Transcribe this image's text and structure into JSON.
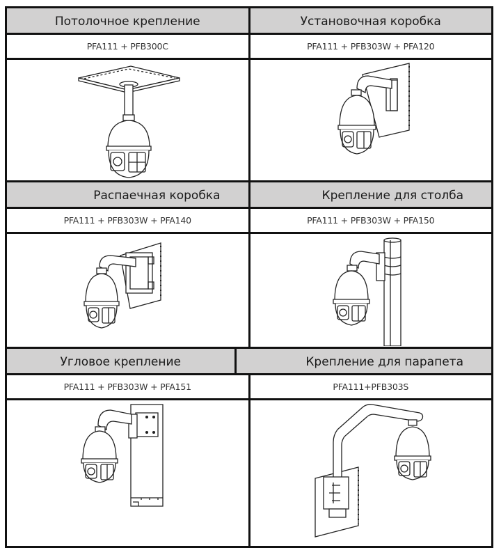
{
  "document": {
    "title": "Варианты монтажа",
    "mounts": [
      {
        "title": "Потолочное крепление",
        "models": "PFA111 + PFB300C",
        "illustration": "ceiling-mount-camera-icon"
      },
      {
        "title": "Установочная коробка",
        "models": "PFA111 + PFB303W + PFA120",
        "illustration": "wall-mount-box-camera-icon"
      },
      {
        "title": "Распаечная коробка",
        "models": "PFA111 + PFB303W + PFA140",
        "illustration": "junction-box-camera-icon"
      },
      {
        "title": "Крепление для столба",
        "models": "PFA111 + PFB303W + PFA150",
        "illustration": "pole-mount-camera-icon"
      },
      {
        "title": "Угловое крепление",
        "models": "PFA111 + PFB303W + PFA151",
        "illustration": "corner-mount-camera-icon"
      },
      {
        "title": "Крепление для парапета",
        "models": "PFA111+PFB303S",
        "illustration": "parapet-mount-camera-icon"
      }
    ]
  },
  "colors": {
    "header_bg": "#d2d1d1",
    "border": "#111111",
    "text": "#1a1a1a"
  }
}
